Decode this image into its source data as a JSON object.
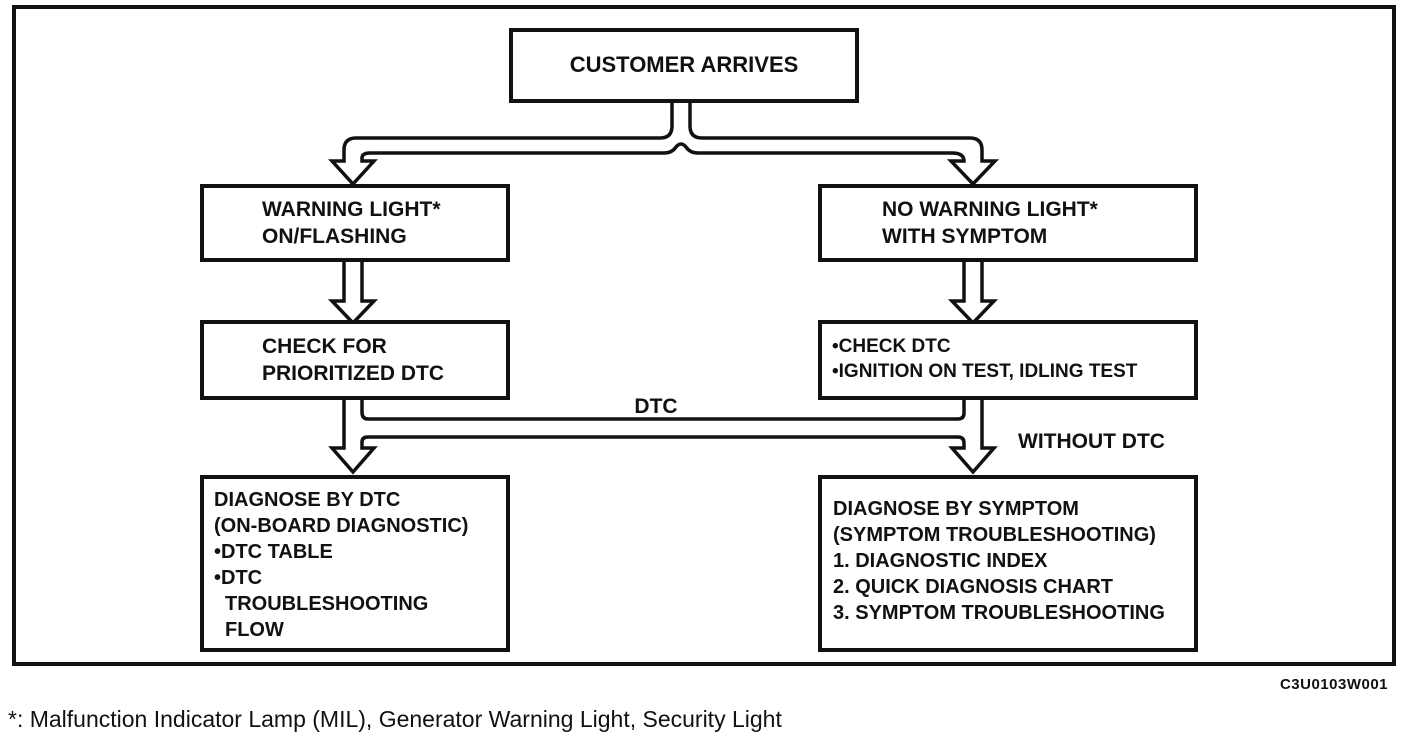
{
  "colors": {
    "ink": "#111111",
    "paper": "#ffffff"
  },
  "flowchart": {
    "start": {
      "label": "CUSTOMER ARRIVES"
    },
    "left_path": {
      "warning_box": {
        "lines": [
          "WARNING LIGHT*",
          "ON/FLASHING"
        ]
      },
      "check_box": {
        "lines": [
          "CHECK FOR",
          "PRIORITIZED DTC"
        ]
      },
      "diagnose_box": {
        "lines": [
          "DIAGNOSE BY DTC",
          "(ON-BOARD DIAGNOSTIC)",
          "•DTC TABLE",
          "•DTC",
          "TROUBLESHOOTING",
          "FLOW"
        ]
      }
    },
    "right_path": {
      "no_warning_box": {
        "lines": [
          "NO WARNING LIGHT*",
          "WITH SYMPTOM"
        ]
      },
      "check_box": {
        "lines": [
          "•CHECK DTC",
          "•IGNITION ON TEST, IDLING TEST"
        ]
      },
      "diagnose_box": {
        "lines": [
          "DIAGNOSE BY SYMPTOM",
          "(SYMPTOM TROUBLESHOOTING)",
          "1. DIAGNOSTIC INDEX",
          "2. QUICK DIAGNOSIS CHART",
          "3. SYMPTOM TROUBLESHOOTING"
        ]
      }
    },
    "edge_labels": {
      "dtc": "DTC",
      "without_dtc": "WITHOUT DTC"
    }
  },
  "figure_code": "C3U0103W001",
  "footnote": "*: Malfunction Indicator Lamp (MIL), Generator Warning Light, Security Light"
}
